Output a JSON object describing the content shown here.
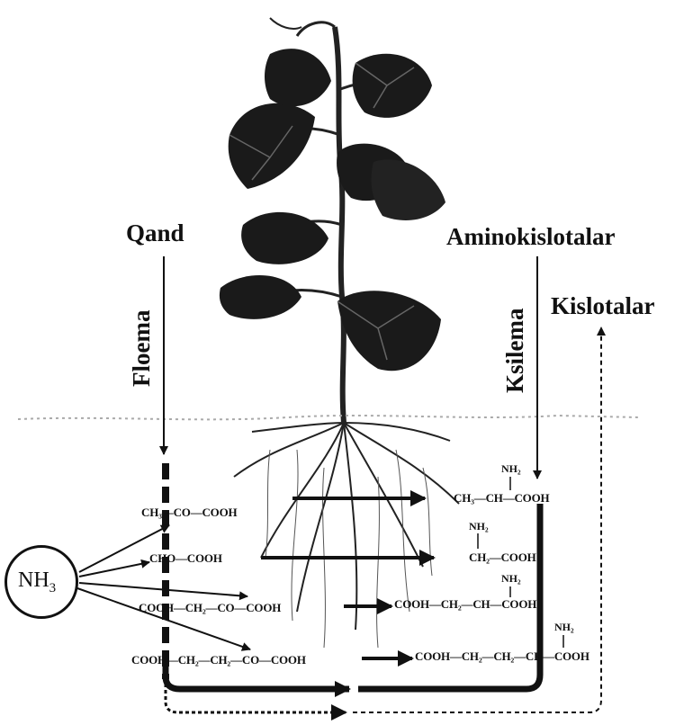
{
  "labels": {
    "qand": "Qand",
    "aminokislotalar": "Aminokislotalar",
    "kislotalar": "Kislotalar",
    "floema": "Floema",
    "ksilema": "Ksilema"
  },
  "nh3": {
    "main": "NH",
    "sub": "3"
  },
  "left_compounds": [
    "CH₃—CO—COOH",
    "CHO—COOH",
    "COOH—CH₂—CO—COOH",
    "COOH—CH₂—CH₂—CO—COOH"
  ],
  "right_compounds": [
    "CH₃—CH—COOH",
    "CH₂—COOH",
    "COOH—CH₂—CH—COOH",
    "COOH—CH₂—CH₂—CH—COOH"
  ],
  "amino_group": "NH₂"
}
